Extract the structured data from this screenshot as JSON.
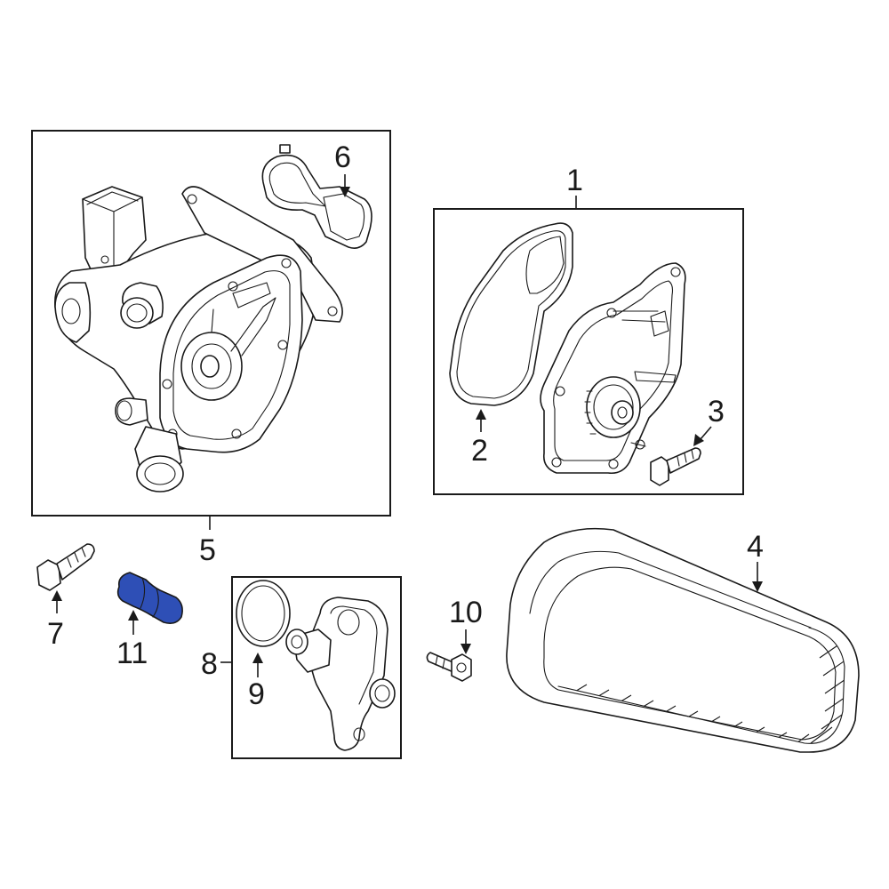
{
  "highlight_color": "#2e4fb6",
  "line_color": "#1a1a1a",
  "callouts": {
    "c1": "1",
    "c2": "2",
    "c3": "3",
    "c4": "4",
    "c5": "5",
    "c6": "6",
    "c7": "7",
    "c8": "8",
    "c9": "9",
    "c10": "10",
    "c11": "11"
  }
}
